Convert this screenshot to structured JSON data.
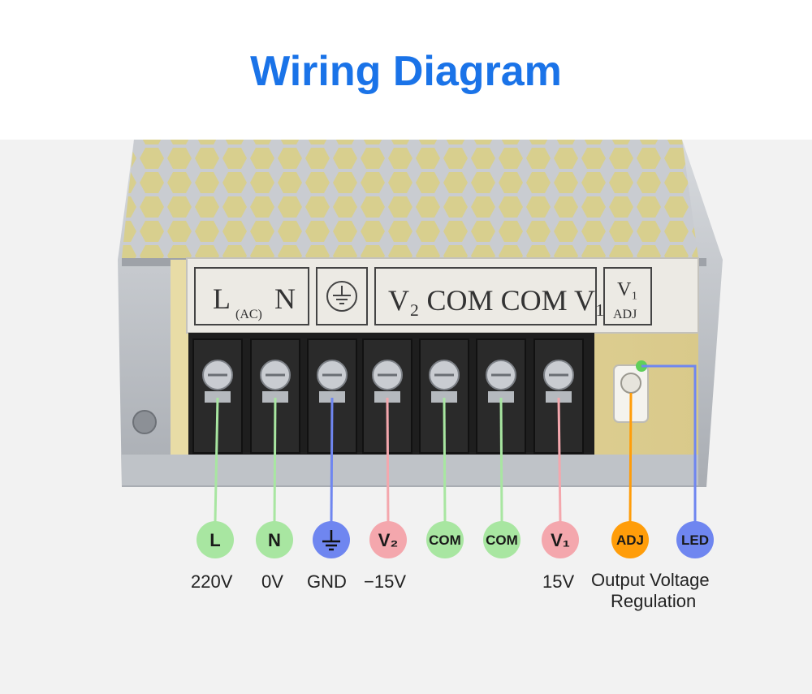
{
  "title": "Wiring Diagram",
  "colors": {
    "title": "#1a73e8",
    "green": "#a8e6a1",
    "blue": "#6f86f0",
    "pink": "#f4a7ad",
    "orange": "#ff9d0a",
    "terminal": "#1e1e1e",
    "housing": "#b8bcc2"
  },
  "terminal_label": {
    "group1_left": "L",
    "group1_sub": "(AC)",
    "group1_right": "N",
    "group3": "V₂ COM COM V₁",
    "group4_top": "V₁",
    "group4_bottom": "ADJ"
  },
  "terminals": [
    {
      "label": "L",
      "color": "green",
      "caption": "220V",
      "icon": ""
    },
    {
      "label": "N",
      "color": "green",
      "caption": "0V",
      "icon": ""
    },
    {
      "label": "",
      "color": "blue",
      "caption": "GND",
      "icon": "ground-icon"
    },
    {
      "label": "V₂",
      "color": "pink",
      "caption": "−15V",
      "icon": ""
    },
    {
      "label": "COM",
      "color": "green",
      "caption": "",
      "icon": ""
    },
    {
      "label": "COM",
      "color": "green",
      "caption": "",
      "icon": ""
    },
    {
      "label": "V₁",
      "color": "pink",
      "caption": "15V",
      "icon": ""
    },
    {
      "label": "ADJ",
      "color": "orange",
      "caption": "",
      "icon": ""
    },
    {
      "label": "LED",
      "color": "blue",
      "caption": "",
      "icon": ""
    }
  ],
  "adj_caption_line1": "Output Voltage",
  "adj_caption_line2": "Regulation"
}
